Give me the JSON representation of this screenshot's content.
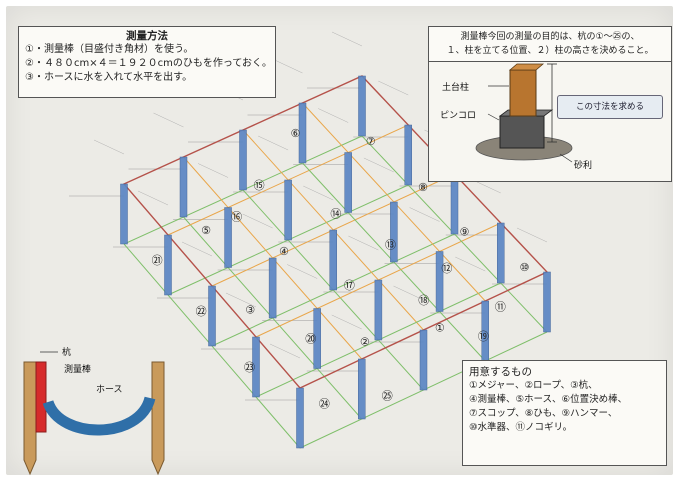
{
  "method_box": {
    "title": "測量方法",
    "lines": [
      "①・測量棒（目盛付き角材）を使う。",
      "②・４８０cm×４＝１９２０cmのひもを作っておく。",
      "③・ホースに水を入れて水平を出す。"
    ]
  },
  "purpose_box": {
    "line1": "測量棒今回の測量の目的は、杭の①～㉕の、",
    "line2": "１、柱を立てる位置、２）柱の高さを決めること。",
    "labels": {
      "dodaichu": "土台柱",
      "pinkoro": "ピンコロ",
      "jari": "砂利",
      "callout": "この寸法を求める"
    }
  },
  "hose_illustration": {
    "labels": {
      "kui": "杭",
      "sokuryobo": "測量棒",
      "hose": "ホース"
    }
  },
  "items_box": {
    "title": "用意するもの",
    "lines": [
      "①メジャー、②ロープ、③杭、",
      "④測量棒、⑤ホース、⑥位置決め棒、",
      "⑦スコップ、⑧ひも、⑨ハンマー、",
      "⑩水準器、⑪ノコギリ。"
    ]
  },
  "grid": {
    "post_labels": [
      "①",
      "②",
      "③",
      "④",
      "⑤",
      "⑥",
      "⑦",
      "⑧",
      "⑨",
      "⑩",
      "⑪",
      "⑫",
      "⑬",
      "⑭",
      "⑮",
      "⑯",
      "⑰",
      "⑱",
      "⑲",
      "⑳",
      "㉑",
      "㉒",
      "㉓",
      "㉔",
      "㉕"
    ]
  },
  "colors": {
    "post": "#5b86c4",
    "perimeter": "#b5524a",
    "grid_green": "#7fbf6a",
    "grid_orange": "#e9a64a",
    "wood": "#b8752f",
    "concrete": "#5a5a5a",
    "hose": "#2f6fa8"
  }
}
